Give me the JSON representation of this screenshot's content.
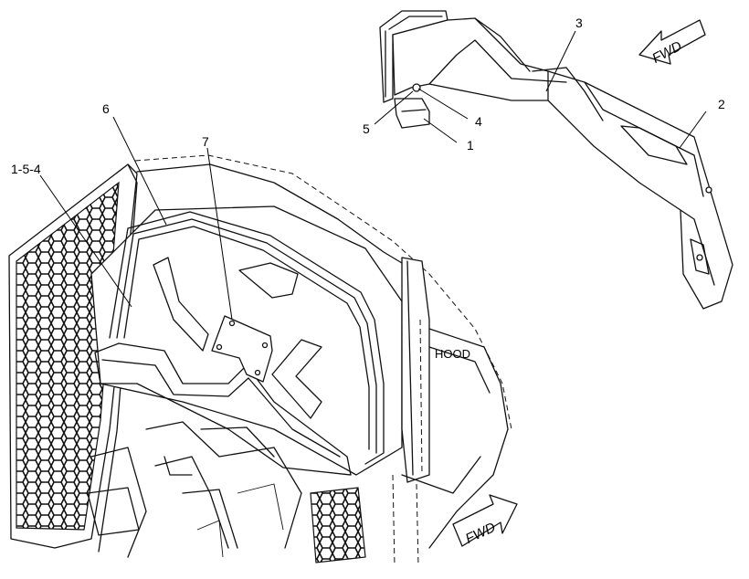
{
  "callouts": {
    "c1": "1",
    "c2": "2",
    "c3": "3",
    "c4": "4",
    "c5": "5",
    "c6": "6",
    "c7": "7",
    "c154": "1-5-4"
  },
  "labels": {
    "hood": "HOOD",
    "fwd_top": "FWD",
    "fwd_bottom": "FWD"
  }
}
